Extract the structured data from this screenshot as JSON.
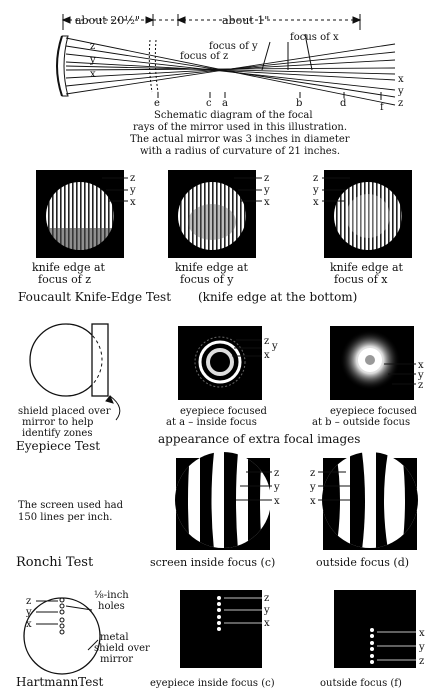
{
  "schematic": {
    "dim_left": "about 20½\"",
    "dim_right": "about 1\"",
    "focus_x": "focus of x",
    "focus_y": "focus of y",
    "focus_z": "focus of z",
    "ray_labels_left": [
      "z",
      "y",
      "x"
    ],
    "ray_labels_right": [
      "x",
      "y",
      "z"
    ],
    "positions": [
      "e",
      "c",
      "a",
      "b",
      "d",
      "f"
    ],
    "caption": [
      "Schematic diagram of the focal",
      "rays of the mirror used in this illustration.",
      "The actual mirror was 3 inches in diameter",
      "with a radius of curvature of 21 inches."
    ]
  },
  "foucault": {
    "panels": [
      {
        "labels": [
          "z",
          "y",
          "x"
        ],
        "caption": [
          "knife edge at",
          "focus of z"
        ]
      },
      {
        "labels": [
          "z",
          "y",
          "x"
        ],
        "caption": [
          "knife edge at",
          "focus of y"
        ]
      },
      {
        "labels": [
          "z",
          "y",
          "x"
        ],
        "caption": [
          "knife edge at",
          "focus of x"
        ]
      }
    ],
    "title": "Foucault Knife-Edge Test",
    "note": "(knife edge at the bottom)"
  },
  "eyepiece": {
    "shield_caption": [
      "shield placed over",
      "mirror to help",
      "identify zones"
    ],
    "title": "Eyepiece Test",
    "panels": [
      {
        "labels": [
          "z",
          "y",
          "x"
        ],
        "caption": [
          "eyepiece focused",
          "at a – inside focus"
        ]
      },
      {
        "labels": [
          "x",
          "y",
          "z"
        ],
        "caption": [
          "eyepiece focused",
          "at b – outside focus"
        ]
      }
    ],
    "subtitle": "appearance of extra focal images"
  },
  "ronchi": {
    "note": [
      "The screen used had",
      "150 lines per inch."
    ],
    "title": "Ronchi Test",
    "panels": [
      {
        "labels": [
          "z",
          "y",
          "x"
        ],
        "caption": "screen inside focus (c)"
      },
      {
        "labels": [
          "z",
          "y",
          "x"
        ],
        "caption": "outside focus (d)"
      }
    ]
  },
  "hartmann": {
    "labels": [
      "z",
      "y",
      "x"
    ],
    "holes_caption": [
      "⅛-inch",
      "holes"
    ],
    "shield_caption": [
      "metal",
      "shield over",
      "mirror"
    ],
    "title": "HartmannTest",
    "panels": [
      {
        "labels": [
          "z",
          "y",
          "x"
        ],
        "caption": "eyepiece inside focus (c)"
      },
      {
        "labels": [
          "x",
          "y",
          "z"
        ],
        "caption": "outside focus (f)"
      }
    ]
  }
}
